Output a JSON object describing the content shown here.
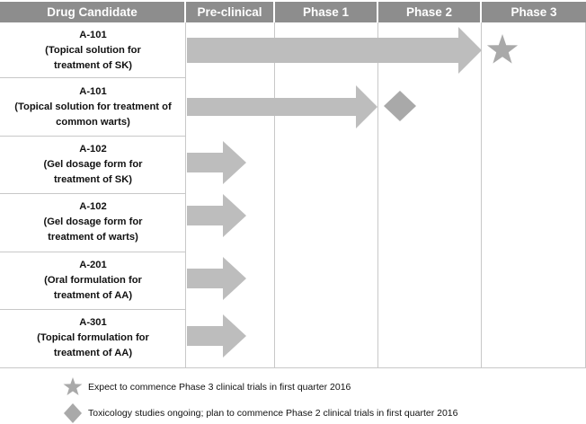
{
  "header": {
    "columns": [
      "Drug Candidate",
      "Pre-clinical",
      "Phase 1",
      "Phase 2",
      "Phase 3"
    ]
  },
  "candidates": [
    {
      "name": "A-101",
      "lines": [
        "(Topical solution for",
        "treatment of SK)"
      ],
      "progress_phase": "Phase 2",
      "marker": "star"
    },
    {
      "name": "A-101",
      "lines": [
        "(Topical solution for treatment of",
        "common warts)"
      ],
      "progress_phase": "Phase 1",
      "marker": "diamond"
    },
    {
      "name": "A-102",
      "lines": [
        "(Gel dosage form for",
        "treatment of SK)"
      ],
      "progress_phase": "Pre-clinical",
      "marker": ""
    },
    {
      "name": "A-102",
      "lines": [
        "(Gel dosage form for",
        "treatment of warts)"
      ],
      "progress_phase": "Pre-clinical",
      "marker": ""
    },
    {
      "name": "A-201",
      "lines": [
        "(Oral formulation for",
        "treatment of AA)"
      ],
      "progress_phase": "Pre-clinical",
      "marker": ""
    },
    {
      "name": "A-301",
      "lines": [
        "(Topical formulation for",
        "treatment of AA)"
      ],
      "progress_phase": "Pre-clinical",
      "marker": ""
    }
  ],
  "legend": [
    {
      "marker": "star",
      "text": "Expect to commence Phase 3 clinical trials in first quarter 2016"
    },
    {
      "marker": "diamond",
      "text": "Toxicology studies ongoing; plan to commence Phase 2 clinical trials in first quarter 2016"
    }
  ],
  "colors": {
    "header_bg": "#8d8d8d",
    "arrow": "#bdbdbd",
    "marker": "#a9a9a9",
    "grid": "#c8c8c8"
  }
}
